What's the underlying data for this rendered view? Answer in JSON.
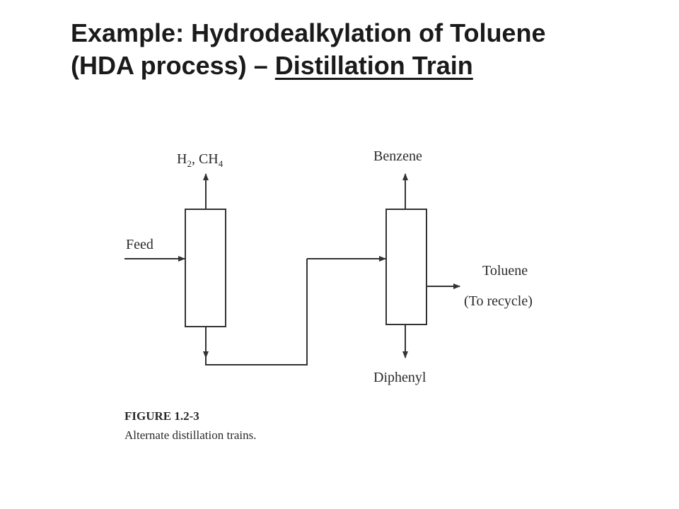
{
  "title": {
    "line1": "Example: Hydrodealkylation of Toluene",
    "line2_prefix": "(HDA process) – ",
    "line2_underlined": "Distillation Train"
  },
  "diagram": {
    "column1_top_label_main": "H",
    "column1_top_label_sub1": "2",
    "column1_top_label_mid": ", CH",
    "column1_top_label_sub2": "4",
    "feed_label": "Feed",
    "column2_top_label": "Benzene",
    "column2_side_label_1": "Toluene",
    "column2_side_label_2": "(To recycle)",
    "column2_bottom_label": "Diphenyl"
  },
  "caption": {
    "figure_number": "FIGURE  1.2-3",
    "text": "Alternate distillation trains."
  },
  "colors": {
    "line": "#333333",
    "text": "#2a2a2a"
  }
}
